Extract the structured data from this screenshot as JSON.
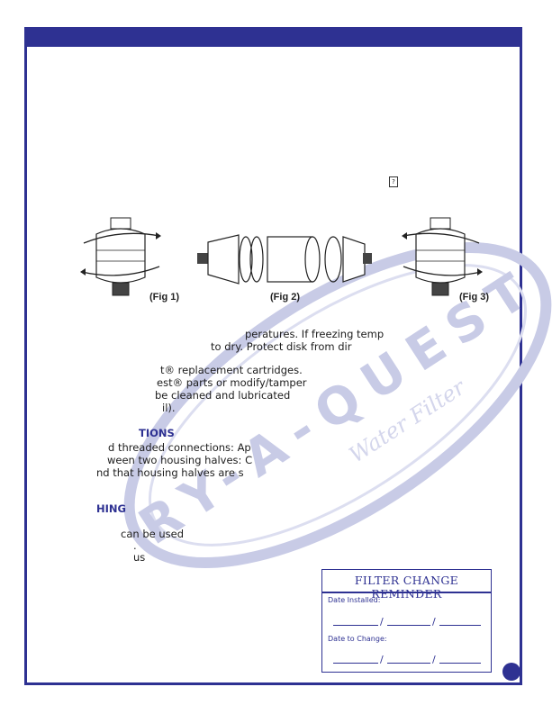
{
  "figures": {
    "fig1": "(Fig 1)",
    "fig2": "(Fig 2)",
    "fig3": "(Fig 3)"
  },
  "body_lines": [
    "peratures. If freezing temp",
    "to dry. Protect disk from dir",
    "t® replacement cartridges.",
    "est® parts or modify/tamper",
    "be cleaned and lubricated",
    "il).",
    "d threaded connections: Ap",
    "ween two housing halves: C",
    "nd that housing halves are s",
    "can be used",
    ".",
    "us"
  ],
  "headings": {
    "cautions": "TIONS",
    "troubleshooting": "HING"
  },
  "watermark": {
    "brand": "RY-A-QUEST",
    "tagline": "Water Filter"
  },
  "reminder": {
    "title": "FILTER CHANGE REMINDER",
    "date_installed_label": "Date Installed:",
    "date_to_change_label": "Date to Change:",
    "separator": "/"
  },
  "icon_glyph": "?",
  "colors": {
    "brand_blue": "#2e3192",
    "watermark": "#c8cbe6"
  }
}
